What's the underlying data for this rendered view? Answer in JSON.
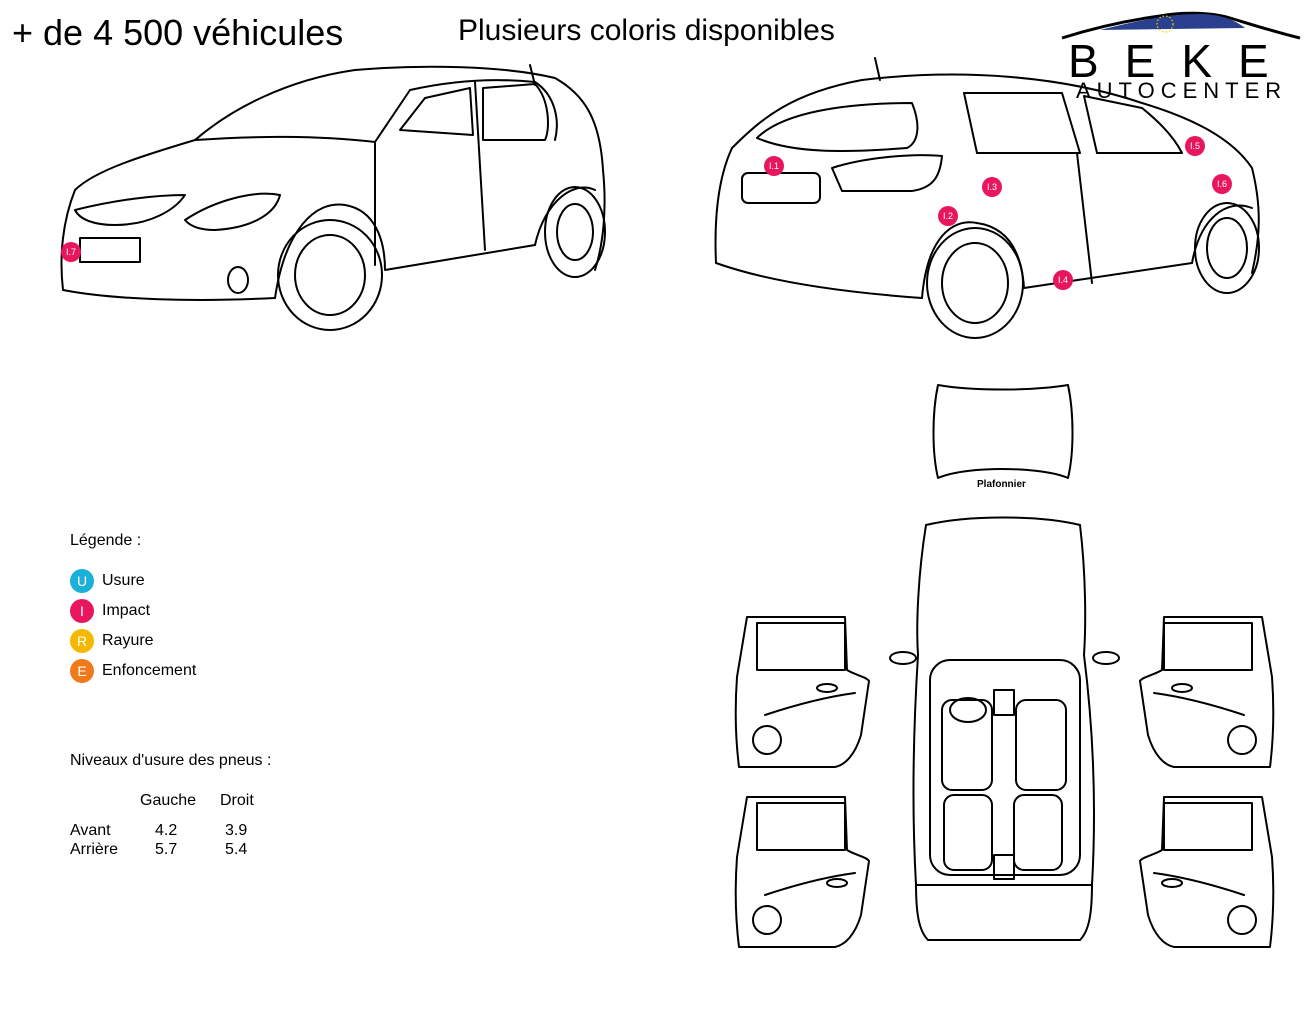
{
  "header": {
    "headline": "+ de 4 500 véhicules",
    "subheadline": "Plusieurs coloris disponibles"
  },
  "logo": {
    "name": "BEKE",
    "tagline": "AUTOCENTER",
    "accent_color": "#2b3f8f"
  },
  "damage_markers": [
    {
      "id": "I.7",
      "view": "front-left"
    },
    {
      "id": "I.1",
      "view": "rear-right"
    },
    {
      "id": "I.2",
      "view": "rear-right"
    },
    {
      "id": "I.3",
      "view": "rear-right"
    },
    {
      "id": "I.4",
      "view": "rear-right"
    },
    {
      "id": "I.5",
      "view": "rear-right"
    },
    {
      "id": "I.6",
      "view": "rear-right"
    }
  ],
  "marker_color": "#e8175d",
  "headliner_label": "Plafonnier",
  "legend": {
    "title": "Légende :",
    "items": [
      {
        "letter": "U",
        "label": "Usure",
        "color": "#1ab0d8"
      },
      {
        "letter": "I",
        "label": "Impact",
        "color": "#e8175d"
      },
      {
        "letter": "R",
        "label": "Rayure",
        "color": "#f5b800"
      },
      {
        "letter": "E",
        "label": "Enfoncement",
        "color": "#f07a1a"
      }
    ]
  },
  "tires": {
    "title": "Niveaux d'usure des pneus :",
    "columns": [
      "Gauche",
      "Droit"
    ],
    "rows": [
      {
        "label": "Avant",
        "left": "4.2",
        "right": "3.9"
      },
      {
        "label": "Arrière",
        "left": "5.7",
        "right": "5.4"
      }
    ]
  }
}
